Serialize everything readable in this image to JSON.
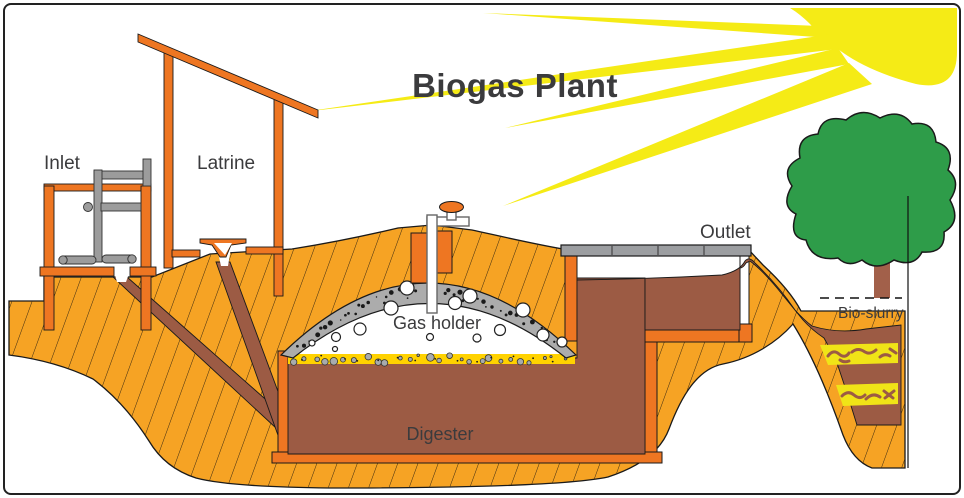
{
  "title": "Biogas Plant",
  "labels": {
    "inlet": "Inlet",
    "latrine": "Latrine",
    "outlet": "Outlet",
    "gas_holder": "Gas holder",
    "digester": "Digester",
    "bio_slurry": "Bio-slurry"
  },
  "colors": {
    "soil": "#F6A324",
    "lining": "#EE7622",
    "slurry": "#9C5B44",
    "dome_gray": "#ACACAC",
    "slab_gray": "#9C9EA1",
    "mixer_gray": "#9C9C9C",
    "tree_green": "#2E9C49",
    "trunk_brown": "#A2604A",
    "sun_yellow": "#F5EB16",
    "scum_yellow": "#FFD200",
    "deposit_yellow": "#F0E417",
    "text": "#3B3B3D",
    "outline": "#1A1A1A"
  }
}
